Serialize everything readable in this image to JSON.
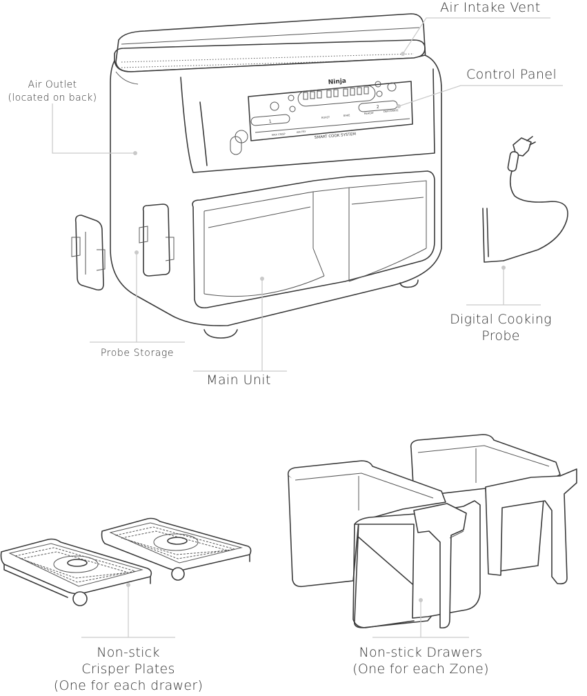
{
  "labels": {
    "air_intake_vent": "Air Intake Vent",
    "control_panel": "Control Panel",
    "air_outlet_line1": "Air Outlet",
    "air_outlet_line2": "(located on back)",
    "digital_probe_line1": "Digital Cooking",
    "digital_probe_line2": "Probe",
    "probe_storage": "Probe Storage",
    "main_unit": "Main Unit",
    "crisper_line1": "Non-stick",
    "crisper_line2": "Crisper Plates",
    "crisper_line3": "(One for each drawer)",
    "drawers_line1": "Non-stick Drawers",
    "drawers_line2": "(One for each Zone)"
  },
  "panel": {
    "brand": "Ninja",
    "system_text": "SMART COOK SYSTEM",
    "zone_1": "1",
    "zone_2": "2",
    "btn_max_crisp": "MAX CRISP",
    "btn_air_fry": "AIR FRY",
    "btn_roast": "ROAST",
    "btn_bake": "BAKE",
    "btn_reheat": "REHEAT",
    "btn_dehydrate": "DEHYDRATE"
  }
}
